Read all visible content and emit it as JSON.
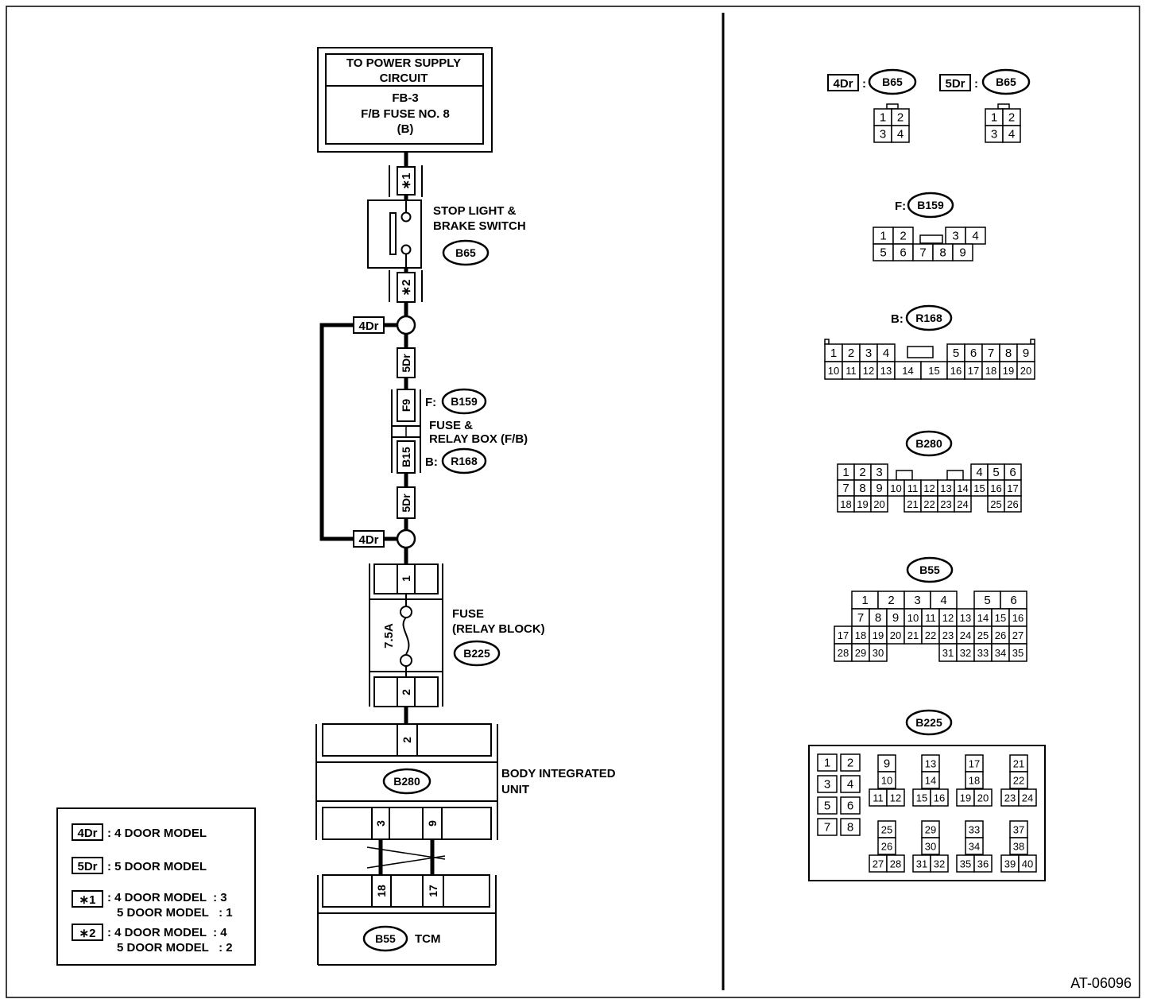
{
  "figure_id": "AT-06096",
  "power_supply": {
    "title_line1": "TO POWER SUPPLY",
    "title_line2": "CIRCUIT",
    "fuse_line1": "FB-3",
    "fuse_line2": "F/B FUSE NO. 8",
    "fuse_line3": "(B)"
  },
  "stop_light_switch": {
    "label_line1": "STOP LIGHT &",
    "label_line2": "BRAKE SWITCH",
    "connector": "B65",
    "pin_in": "∗1",
    "pin_out": "∗2"
  },
  "fuse_relay_box": {
    "label_line1": "FUSE &",
    "label_line2": "RELAY BOX (F/B)",
    "f_prefix": "F:",
    "f_connector": "B159",
    "f_pin": "F9",
    "b_prefix": "B:",
    "b_connector": "R168",
    "b_pin": "B15"
  },
  "model_tags": {
    "four_door": "4Dr",
    "five_door": "5Dr"
  },
  "relay_fuse": {
    "label_line1": "FUSE",
    "label_line2": "(RELAY BLOCK)",
    "connector": "B225",
    "rating": "7.5A",
    "pin_in": "1",
    "pin_out": "2"
  },
  "body_integrated_unit": {
    "label_line1": "BODY INTEGRATED",
    "label_line2": "UNIT",
    "connector": "B280",
    "pin_in": "2",
    "pin_out_a": "3",
    "pin_out_b": "9"
  },
  "tcm": {
    "label": "TCM",
    "connector": "B55",
    "pin_a": "18",
    "pin_b": "17"
  },
  "legend": {
    "items": [
      {
        "tag": "4Dr",
        "line1": ": 4 DOOR MODEL",
        "line2": ""
      },
      {
        "tag": "5Dr",
        "line1": ": 5 DOOR MODEL",
        "line2": ""
      },
      {
        "tag": "∗1",
        "line1": ": 4 DOOR MODEL  : 3",
        "line2": "5 DOOR MODEL   : 1"
      },
      {
        "tag": "∗2",
        "line1": ": 4 DOOR MODEL  : 4",
        "line2": "5 DOOR MODEL   : 2"
      }
    ]
  },
  "connector_views": {
    "b65": {
      "tag_4dr": "4Dr",
      "tag_5dr": "5Dr",
      "colon": ":",
      "name": "B65",
      "pins": [
        "1",
        "2",
        "3",
        "4"
      ]
    },
    "b159": {
      "prefix": "F:",
      "name": "B159",
      "row1": [
        "1",
        "2",
        "3",
        "4"
      ],
      "row2": [
        "5",
        "6",
        "7",
        "8",
        "9"
      ]
    },
    "r168": {
      "prefix": "B:",
      "name": "R168",
      "row1a": [
        "1",
        "2",
        "3",
        "4"
      ],
      "row1b": [
        "5",
        "6",
        "7",
        "8",
        "9"
      ],
      "row2": [
        "10",
        "11",
        "12",
        "13",
        "14",
        "15",
        "16",
        "17",
        "18",
        "19",
        "20"
      ]
    },
    "b280": {
      "name": "B280",
      "row1a": [
        "1",
        "2",
        "3"
      ],
      "row1b": [
        "4",
        "5",
        "6"
      ],
      "row2": [
        "7",
        "8",
        "9",
        "10",
        "11",
        "12",
        "13",
        "14",
        "15",
        "16",
        "17"
      ],
      "row3a": [
        "18",
        "19",
        "20"
      ],
      "row3b": [
        "21",
        "22",
        "23",
        "24"
      ],
      "row3c": [
        "25",
        "26"
      ]
    },
    "b55": {
      "name": "B55",
      "row1a": [
        "1",
        "2",
        "3",
        "4"
      ],
      "row1b": [
        "5",
        "6"
      ],
      "row2": [
        "7",
        "8",
        "9",
        "10",
        "11",
        "12",
        "13",
        "14",
        "15",
        "16"
      ],
      "row3": [
        "17",
        "18",
        "19",
        "20",
        "21",
        "22",
        "23",
        "24",
        "25",
        "26",
        "27"
      ],
      "row4a": [
        "28",
        "29",
        "30"
      ],
      "row4b": [
        "31",
        "32",
        "33",
        "34",
        "35"
      ]
    },
    "b225": {
      "name": "B225",
      "pairs": [
        [
          "1",
          "2"
        ],
        [
          "3",
          "4"
        ],
        [
          "5",
          "6"
        ],
        [
          "7",
          "8"
        ]
      ],
      "groups": [
        [
          "9",
          "10",
          "11",
          "12"
        ],
        [
          "13",
          "14",
          "15",
          "16"
        ],
        [
          "17",
          "18",
          "19",
          "20"
        ],
        [
          "21",
          "22",
          "23",
          "24"
        ],
        [
          "25",
          "26",
          "27",
          "28"
        ],
        [
          "29",
          "30",
          "31",
          "32"
        ],
        [
          "33",
          "34",
          "35",
          "36"
        ],
        [
          "37",
          "38",
          "39",
          "40"
        ]
      ]
    }
  }
}
